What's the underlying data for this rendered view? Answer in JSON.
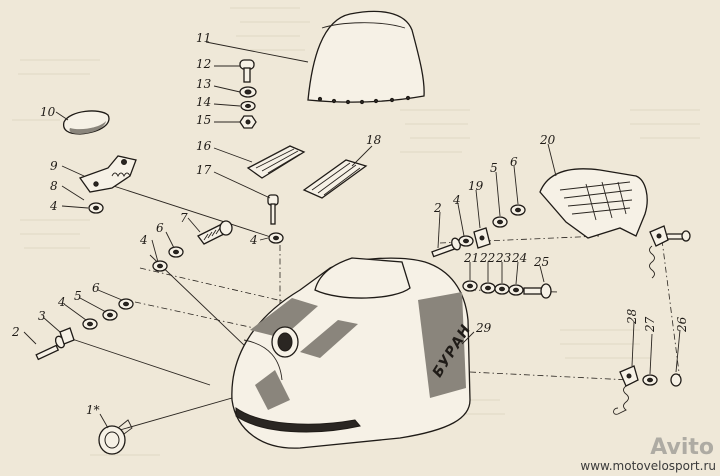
{
  "part_labels": [
    "1*",
    "2",
    "3",
    "4",
    "5",
    "6",
    "7",
    "8",
    "9",
    "10",
    "11",
    "12",
    "13",
    "14",
    "15",
    "16",
    "17",
    "18",
    "19",
    "20",
    "21",
    "22",
    "23",
    "24",
    "25",
    "26",
    "27",
    "28",
    "29"
  ],
  "brand_on_hood": "БУРАН",
  "watermark_logo": "Avito",
  "watermark_url": "www.motovelosport.ru"
}
